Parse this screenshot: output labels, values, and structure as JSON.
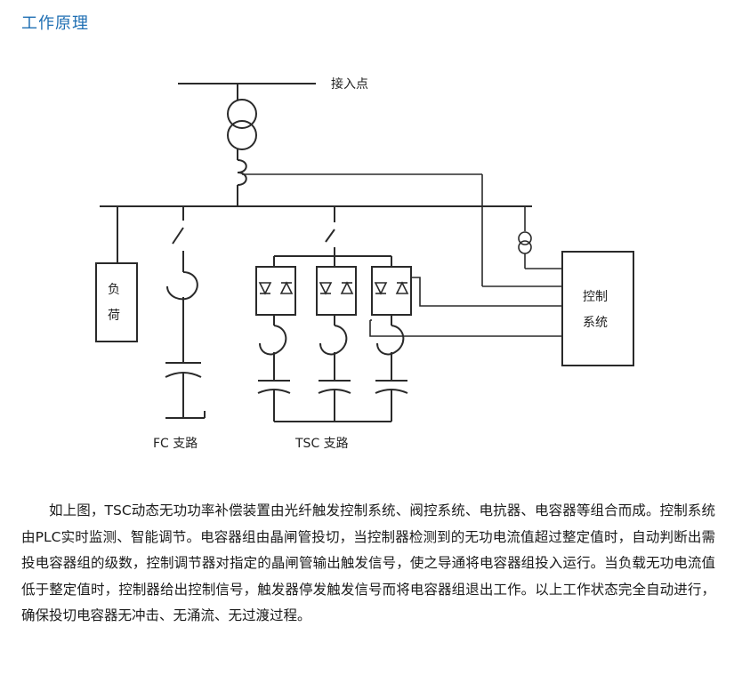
{
  "heading": "工作原理",
  "diagram": {
    "connection_point_label": "接入点",
    "load_label_1": "负",
    "load_label_2": "荷",
    "control_label_1": "控制",
    "control_label_2": "系统",
    "fc_branch_label": "FC 支路",
    "tsc_branch_label": "TSC 支路"
  },
  "description": "如上图，TSC动态无功功率补偿装置由光纤触发控制系统、阀控系统、电抗器、电容器等组合而成。控制系统由PLC实时监测、智能调节。电容器组由晶闸管投切，当控制器检测到的无功电流值超过整定值时，自动判断出需投电容器组的级数，控制调节器对指定的晶闸管输出触发信号，使之导通将电容器组投入运行。当负载无功电流值低于整定值时，控制器给出控制信号，触发器停发触发信号而将电容器组退出工作。以上工作状态完全自动进行，确保投切电容器无冲击、无涌流、无过渡过程。"
}
